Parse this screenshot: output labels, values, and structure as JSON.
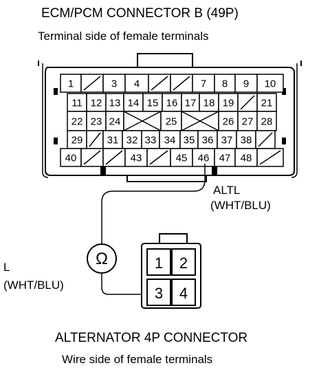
{
  "ecm_connector": {
    "title": "ECM/PCM CONNECTOR B (49P)",
    "subtitle": "Terminal side of female terminals",
    "rows": [
      [
        "1",
        "/",
        "3",
        "4",
        "/",
        "/",
        "7",
        "8",
        "9",
        "10"
      ],
      [
        "11",
        "12",
        "13",
        "14",
        "15",
        "16",
        "17",
        "18",
        "19",
        "/",
        "21"
      ],
      [
        "22",
        "23",
        "24",
        "X",
        "25",
        "X",
        "26",
        "27",
        "28"
      ],
      [
        "29",
        "/",
        "31",
        "32",
        "33",
        "34",
        "35",
        "36",
        "37",
        "38",
        "/"
      ],
      [
        "40",
        "/",
        "/",
        "43",
        "/",
        "45",
        "46",
        "47",
        "48",
        "/"
      ]
    ]
  },
  "signal_label": {
    "name": "ALTL",
    "wire": "(WHT/BLU)"
  },
  "meter": {
    "symbol": "Ω",
    "probe_name": "L",
    "probe_wire": "(WHT/BLU)"
  },
  "alternator_connector": {
    "title": "ALTERNATOR 4P CONNECTOR",
    "subtitle": "Wire side of female terminals",
    "pins": [
      "1",
      "2",
      "3",
      "4"
    ]
  }
}
